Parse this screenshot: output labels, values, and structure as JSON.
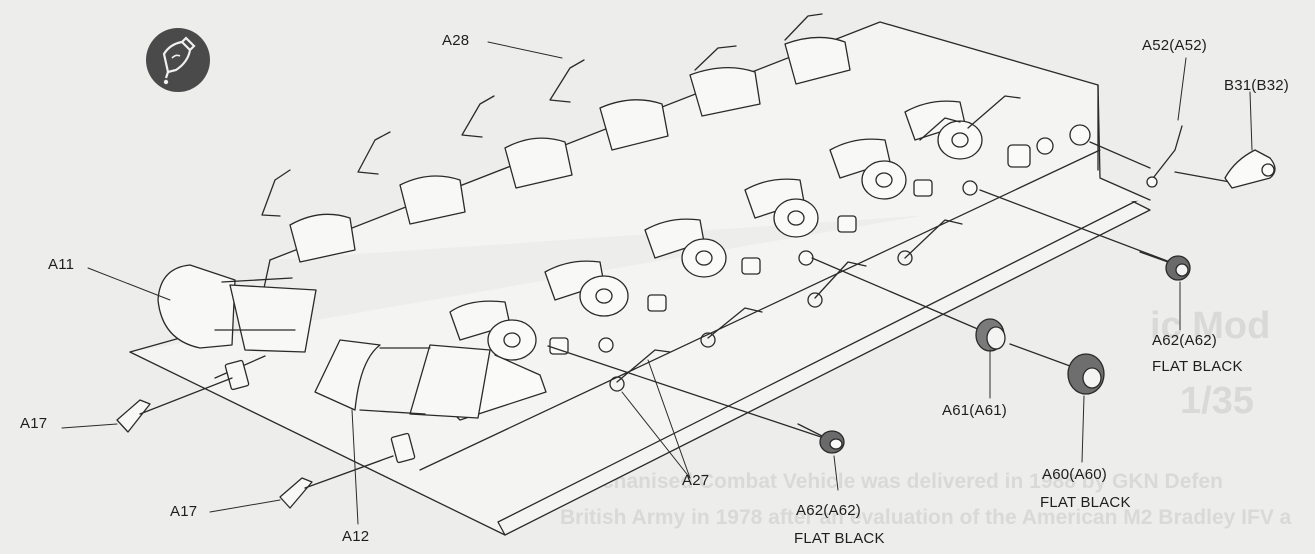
{
  "labels": {
    "a28": "A28",
    "a52": "A52(A52)",
    "b31": "B31(B32)",
    "a11": "A11",
    "a62_right": "A62(A62)",
    "a62_right_finish": "FLAT BLACK",
    "a61": "A61(A61)",
    "a60": "A60(A60)",
    "a60_finish": "FLAT BLACK",
    "a27": "A27",
    "a17_left": "A17",
    "a17_bottom": "A17",
    "a12": "A12",
    "a62_bottom": "A62(A62)",
    "a62_bottom_finish": "FLAT BLACK"
  },
  "background_text": {
    "line1": "ic Mod",
    "line2": "1/35",
    "line3": ": Mechanised Combat Vehicle was delivered in 1988 by GKN Defen",
    "line4": "British Army in 1978 after an evaluation of the American M2 Bradley IFV a"
  },
  "icons": {
    "badge": "glue-tube-icon"
  },
  "colors": {
    "paper": "#ededeb",
    "line": "#2a2a2a",
    "badge": "#4a4a4a",
    "part_fill": "#f4f4f2"
  }
}
